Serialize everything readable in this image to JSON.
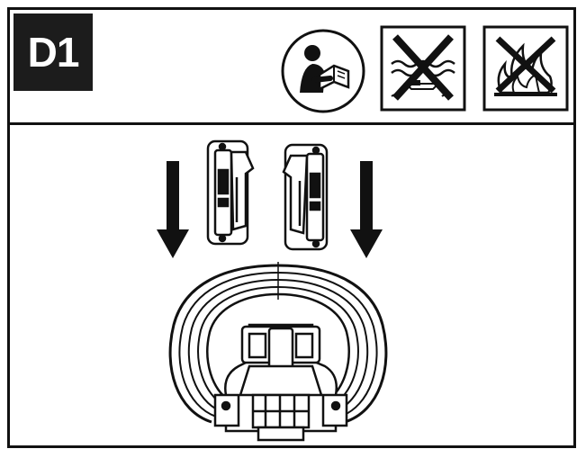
{
  "step": {
    "label": "D1"
  },
  "header_icons": [
    {
      "name": "read-manual-icon"
    },
    {
      "name": "no-water-icon"
    },
    {
      "name": "no-fire-icon"
    }
  ],
  "arrows": [
    {
      "name": "down-arrow-icon",
      "direction": "down"
    },
    {
      "name": "down-arrow-icon",
      "direction": "down"
    }
  ],
  "colors": {
    "ink": "#111111",
    "badge": "#1c1c1c",
    "paper": "#ffffff"
  }
}
